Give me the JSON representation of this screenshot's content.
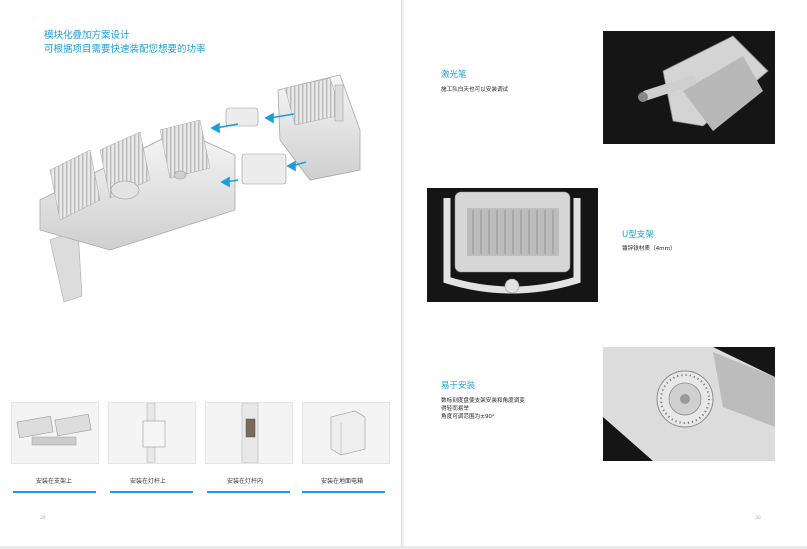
{
  "left_page": {
    "headline": [
      "模块化叠加方案设计",
      "可根据项目需要快速装配您想要的功率"
    ],
    "installs": [
      {
        "label": "安装在支架上"
      },
      {
        "label": "安装在灯杆上"
      },
      {
        "label": "安装在灯杆内"
      },
      {
        "label": "安装在地面电箱"
      }
    ],
    "page_number": "29"
  },
  "right_page": {
    "features": [
      {
        "title": "激光笔",
        "lines": [
          "施工队白天也可以安装调试"
        ]
      },
      {
        "title": "U型支架",
        "lines": [
          "镀锌铁材质（4mm）"
        ]
      },
      {
        "title": "易于安装",
        "lines": [
          "数标刻度盘使支架安装和角度调变",
          "得轻而易举",
          "角度可调范围为±90°"
        ]
      }
    ],
    "page_number": "30"
  },
  "colors": {
    "accent": "#1aa0d8",
    "photo_bg": "#151515"
  }
}
